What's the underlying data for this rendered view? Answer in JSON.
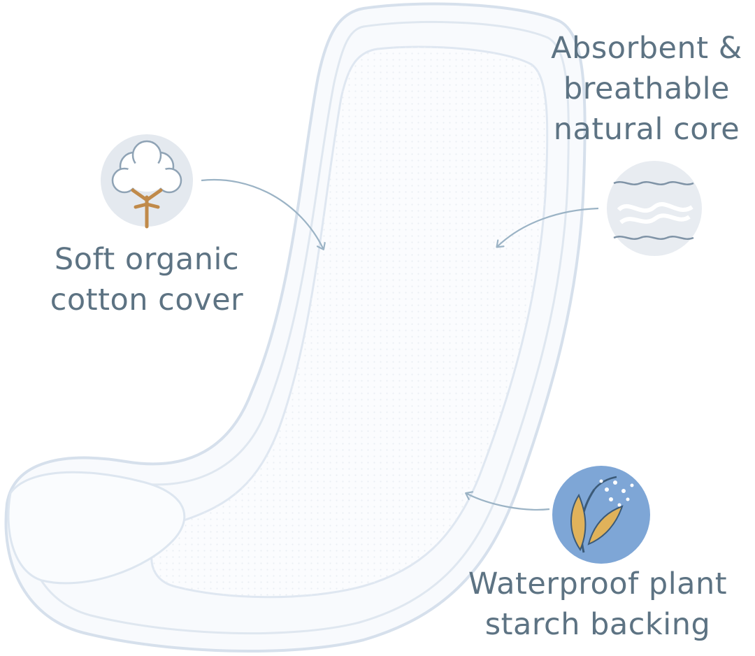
{
  "features": {
    "cotton": {
      "line1": "Soft organic",
      "line2": "cotton cover",
      "icon": "cotton-boll-icon"
    },
    "core": {
      "line1": "Absorbent &",
      "line2": "breathable",
      "line3": "natural core",
      "icon": "absorbent-core-icon"
    },
    "backing": {
      "line1": "Waterproof plant",
      "line2": "starch backing",
      "icon": "plant-starch-icon"
    }
  },
  "colors": {
    "text": "#5d7383",
    "pad_outline": "#d8e2ee",
    "pad_fill": "#f7f9fc",
    "icon_circle": "#e4e9ef",
    "backing_circle": "#7ea6d6",
    "cotton_stem": "#c08a4a",
    "arrow": "#9bb3c5"
  }
}
